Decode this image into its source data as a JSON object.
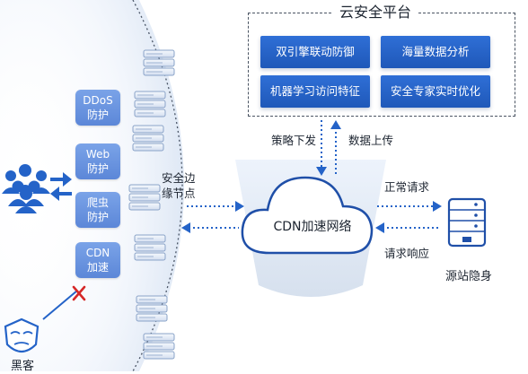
{
  "platform": {
    "title": "云安全平台",
    "features": [
      "双引擎联动防御",
      "海量数据分析",
      "机器学习访问特征",
      "安全专家实时优化"
    ]
  },
  "flows": {
    "policy_down": "策略下发",
    "data_up": "数据上传",
    "normal_request": "正常请求",
    "request_response": "请求响应"
  },
  "edge": {
    "label_line1": "安全边",
    "label_line2": "缘节点"
  },
  "defenses": [
    {
      "line1": "DDoS",
      "line2": "防护"
    },
    {
      "line1": "Web",
      "line2": "防护"
    },
    {
      "line1": "爬虫",
      "line2": "防护"
    },
    {
      "line1": "CDN",
      "line2": "加速"
    }
  ],
  "cloud": {
    "label": "CDN加速网络"
  },
  "origin": {
    "label": "源站隐身"
  },
  "hacker": {
    "label": "黑客"
  },
  "icons": [
    "users-icon",
    "server-icon",
    "cloud-icon",
    "hacker-mask-icon",
    "blocked-x-icon"
  ],
  "colors": {
    "accent": "#2463c8",
    "box": "#6b93df",
    "shadow": "#c8d8ee"
  }
}
